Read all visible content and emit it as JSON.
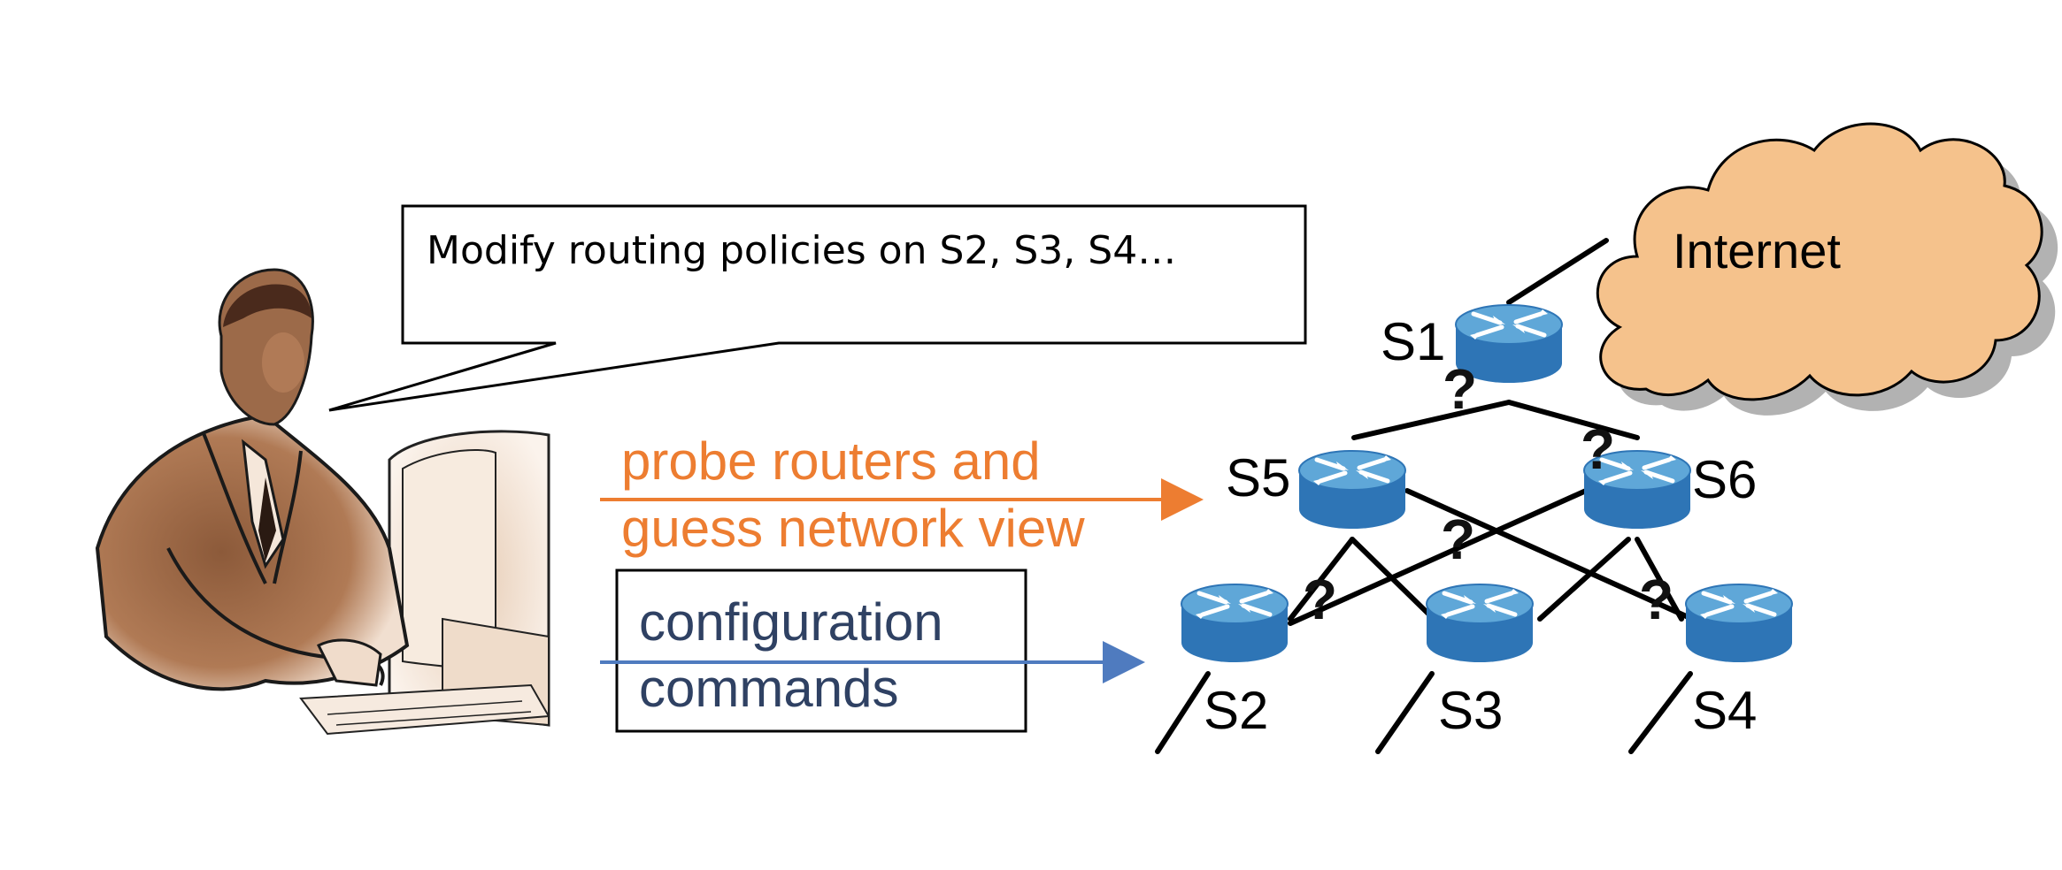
{
  "speech_bubble": {
    "text": "Modify routing policies on S2, S3, S4…"
  },
  "arrows": {
    "probe_line1": "probe routers and",
    "probe_line2": "guess network view",
    "config_line1": "configuration",
    "config_line2": "commands"
  },
  "cloud": {
    "label": "Internet"
  },
  "routers": {
    "s1": "S1",
    "s2": "S2",
    "s3": "S3",
    "s4": "S4",
    "s5": "S5",
    "s6": "S6"
  },
  "unknown_marker": "?",
  "colors": {
    "probe_arrow": "#ED7D31",
    "config_arrow": "#4F7BBF",
    "config_text": "#2F4163",
    "cloud_fill": "#F5C28C",
    "router_top": "#5FA7D8",
    "router_side": "#2E75B6"
  },
  "icons": {
    "operator": "person-at-computer-clipart",
    "router": "router-icon",
    "cloud": "cloud-icon"
  }
}
